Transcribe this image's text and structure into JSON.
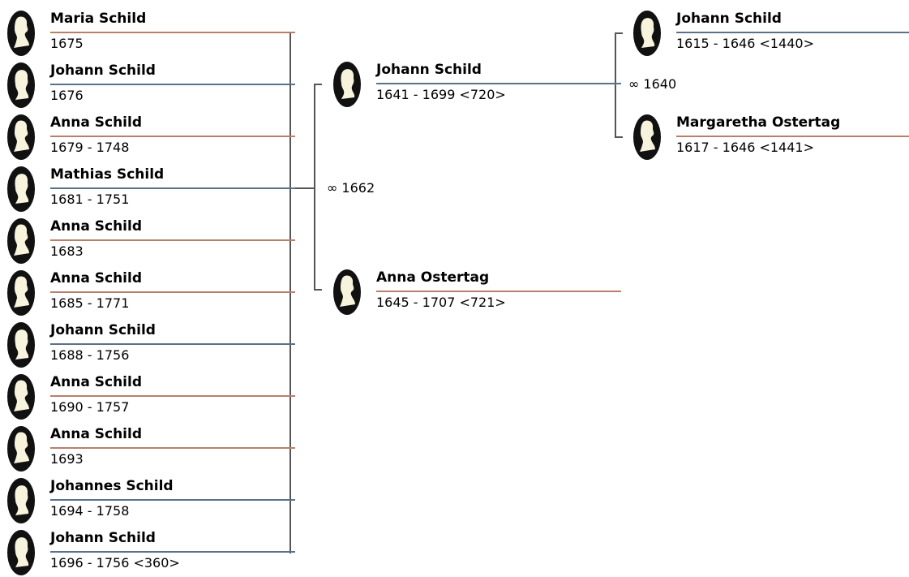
{
  "colors": {
    "male": "#5b7189",
    "female": "#b8806a",
    "connector": "#555555",
    "avatar_bg": "#f7f3dc"
  },
  "children": [
    {
      "name": "Maria Schild",
      "dates": "1675",
      "sex": "female"
    },
    {
      "name": "Johann Schild",
      "dates": "1676",
      "sex": "male"
    },
    {
      "name": "Anna Schild",
      "dates": "1679 - 1748",
      "sex": "female"
    },
    {
      "name": "Mathias Schild",
      "dates": "1681 - 1751",
      "sex": "male"
    },
    {
      "name": "Anna Schild",
      "dates": "1683",
      "sex": "female"
    },
    {
      "name": "Anna Schild",
      "dates": "1685 - 1771",
      "sex": "female"
    },
    {
      "name": "Johann Schild",
      "dates": "1688 - 1756",
      "sex": "male"
    },
    {
      "name": "Anna Schild",
      "dates": "1690 - 1757",
      "sex": "female"
    },
    {
      "name": "Anna Schild",
      "dates": "1693",
      "sex": "female"
    },
    {
      "name": "Johannes Schild",
      "dates": "1694 - 1758",
      "sex": "male"
    },
    {
      "name": "Johann Schild",
      "dates": "1696 - 1756 <360>",
      "sex": "male"
    }
  ],
  "parents": {
    "father": {
      "name": "Johann Schild",
      "dates": "1641 - 1699 <720>",
      "sex": "male"
    },
    "mother": {
      "name": "Anna Ostertag",
      "dates": "1645 - 1707 <721>",
      "sex": "female"
    },
    "marriage": "∞ 1662"
  },
  "grandparents": {
    "father": {
      "name": "Johann Schild",
      "dates": "1615 - 1646 <1440>",
      "sex": "male"
    },
    "mother": {
      "name": "Margaretha Ostertag",
      "dates": "1617 - 1646 <1441>",
      "sex": "female"
    },
    "marriage": "∞ 1640"
  }
}
